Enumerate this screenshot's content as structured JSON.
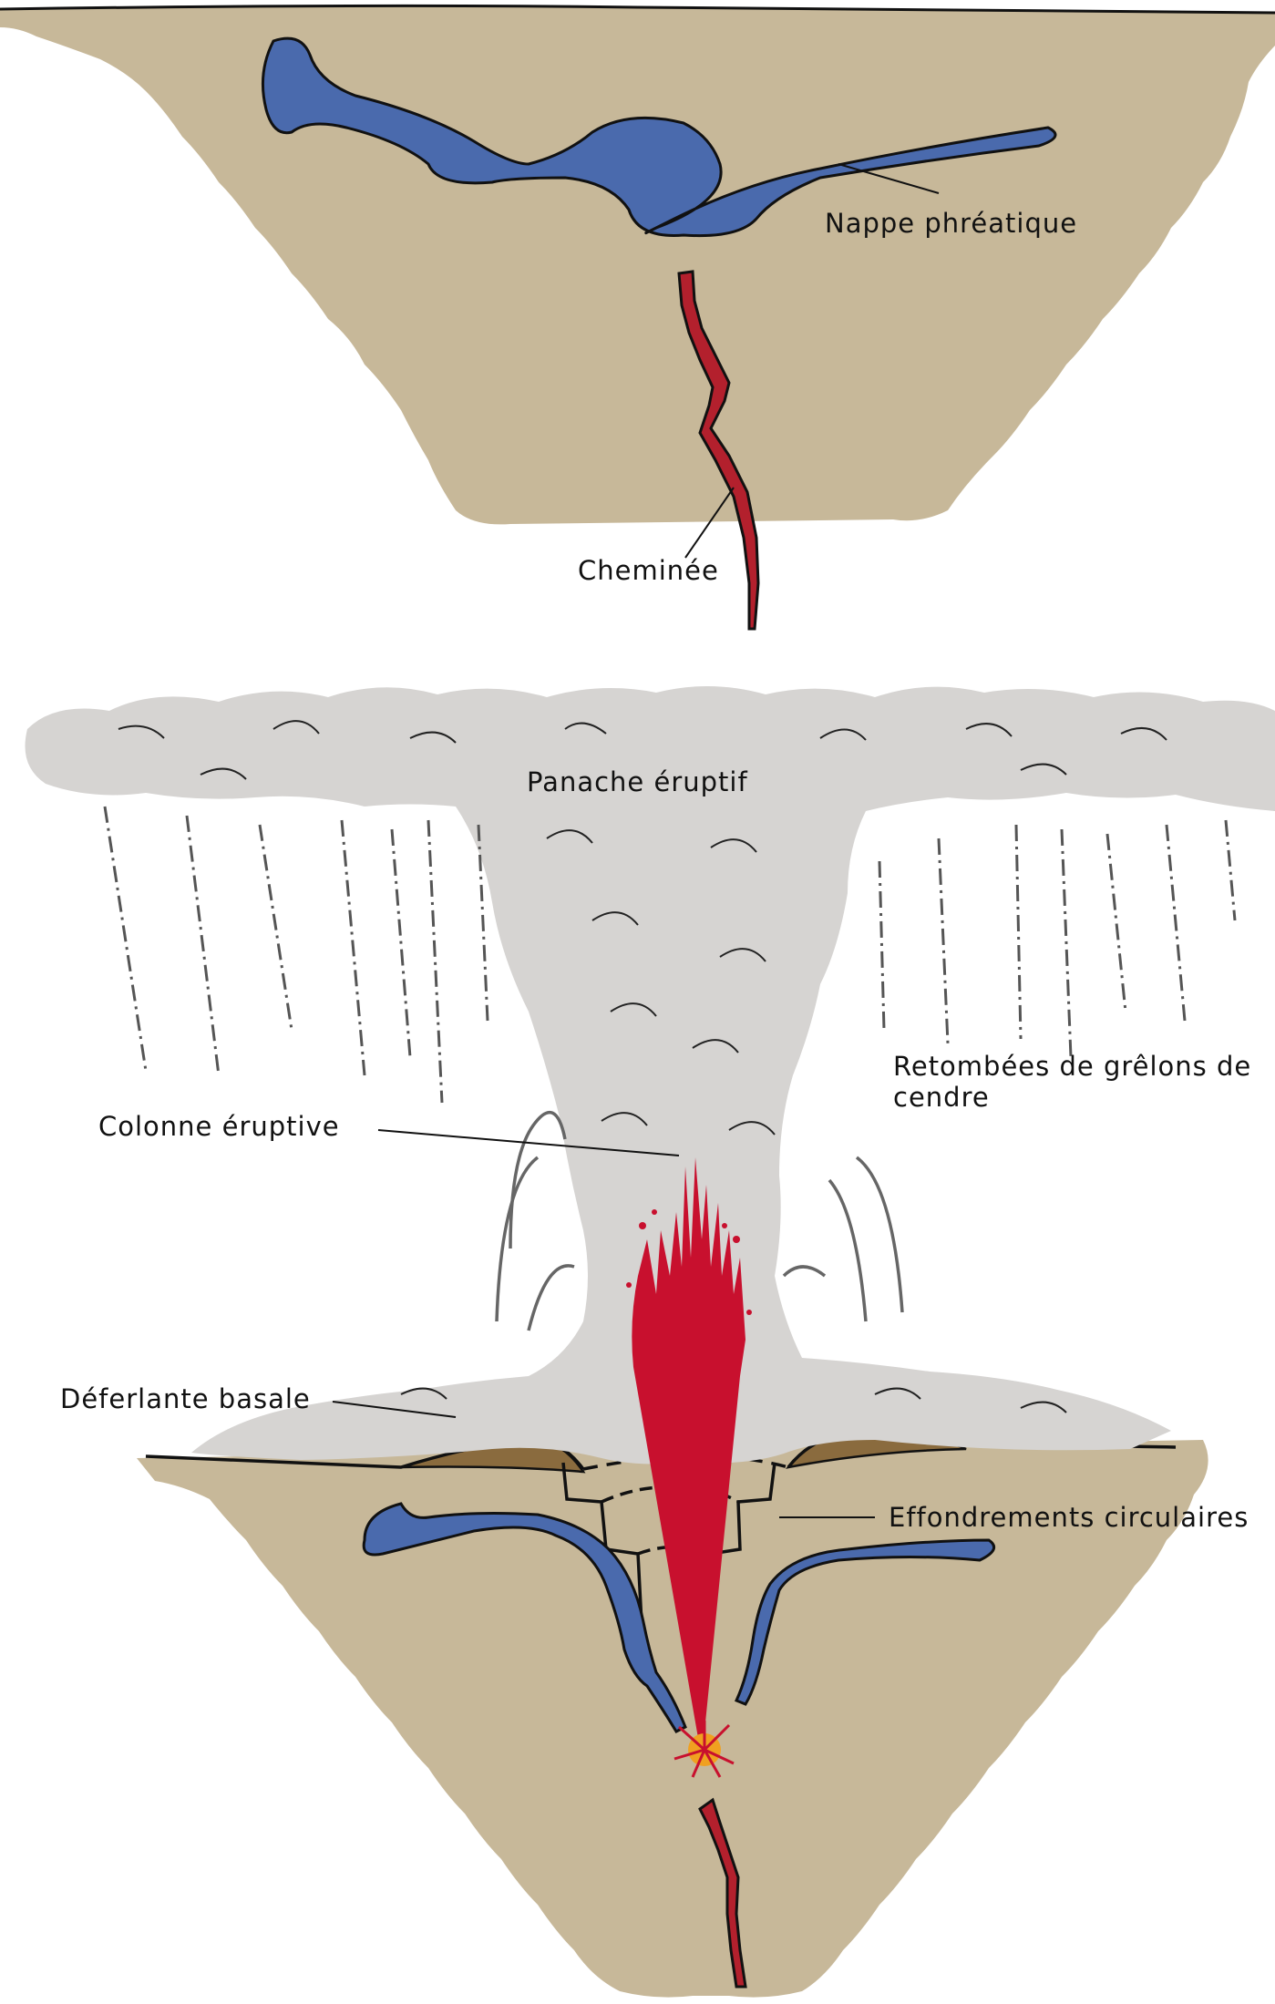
{
  "labels": {
    "nappe": "Nappe phréatique",
    "cheminee": "Cheminée",
    "panache": "Panache éruptif",
    "retombees_line1": "Retombées de grêlons de",
    "retombees_line2": "cendre",
    "colonne": "Colonne éruptive",
    "deferlante": "Déferlante basale",
    "effondrements": "Effondrements circulaires"
  },
  "colors": {
    "ground": "#c7b899",
    "water": "#4a6aad",
    "magma": "#b3202d",
    "lava": "#c8102e",
    "ash": "#d6d4d2",
    "crater_rim": "#8a6b3e",
    "ink": "#111111"
  }
}
